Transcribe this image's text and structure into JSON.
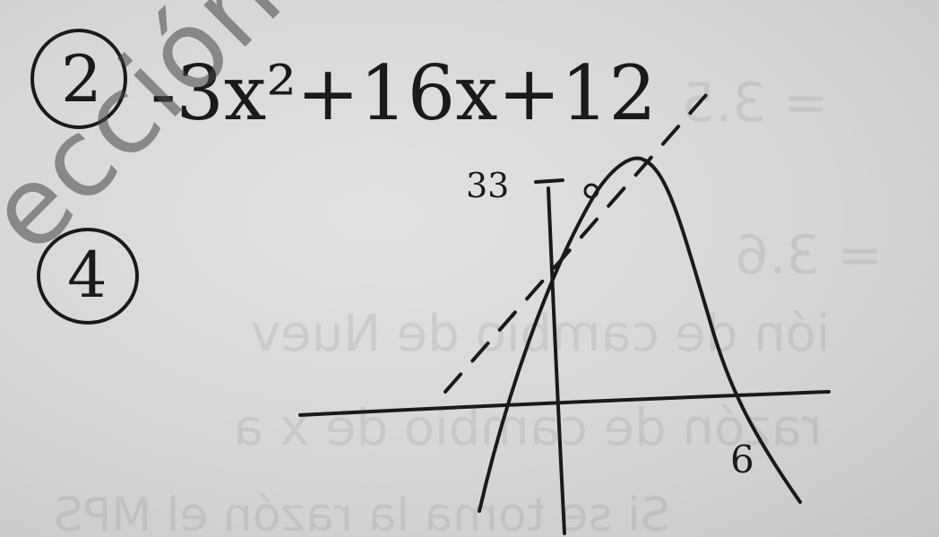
{
  "photo": {
    "problem_number": "2",
    "second_number": "4",
    "equation": "-3x²+16x+12",
    "y_intercept_label": "33",
    "root_label": "6",
    "watermark": "ección General",
    "background_color": "#d9d9d9",
    "ink_color": "#1a1a1a"
  }
}
